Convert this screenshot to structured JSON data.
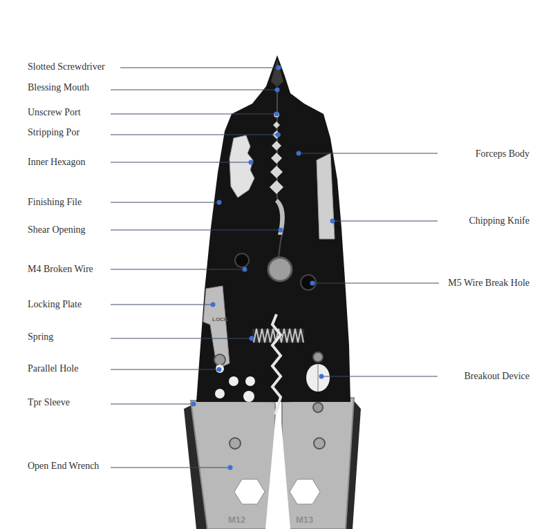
{
  "diagram": {
    "labels": [
      "Slotted Screwdriver",
      "Blessing Mouth",
      "Unscrew Port",
      "Stripping Por",
      "Forceps Body",
      "Inner Hexagon",
      "Finishing File",
      "Chipping Knife",
      "Shear Opening",
      "M4 Broken Wire",
      "M5 Wire Break Hole",
      "Locking Plate",
      "LOCK",
      "Spring",
      "Parallel Hole",
      "Breakout Device",
      "Tpr Sleeve",
      "Open End Wrench",
      "M12",
      "M13"
    ]
  }
}
